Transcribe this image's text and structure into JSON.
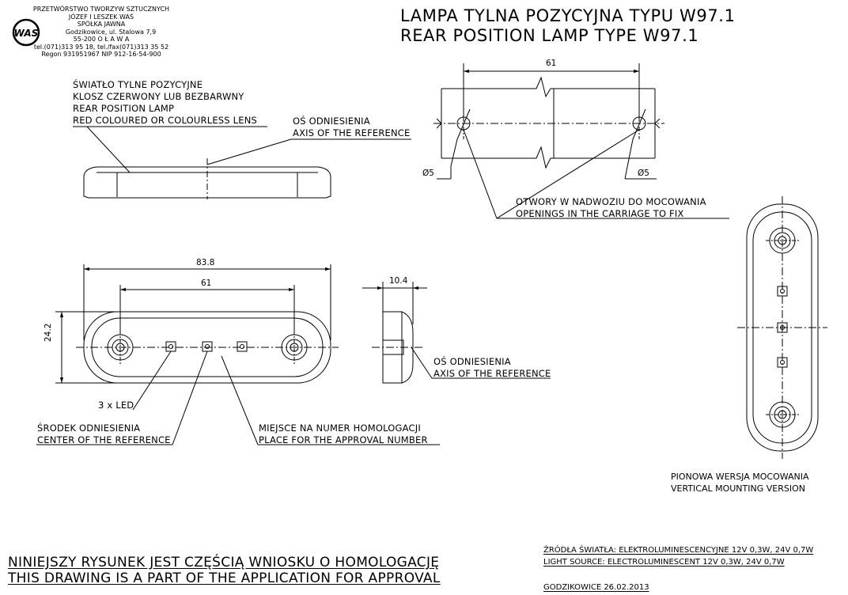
{
  "company": {
    "line1": "PRZETWÓRSTWO TWORZYW SZTUCZNYCH",
    "line2": "JÓZEF I LESZEK WAŚ",
    "line3": "SPÓŁKA JAWNA",
    "line4": "Godzikowice, ul. Stalowa 7,9",
    "line5": "55-200   O Ł A W A",
    "line6": "tel.(071)313 95 18, tel./fax(071)313 35 52",
    "line7": "Regon 931951967 NIP 912-16-54-900",
    "logo_text": "WAS"
  },
  "title": {
    "pl": "LAMPA TYLNA POZYCYJNA TYPU W97.1",
    "en": "REAR POSITION LAMP TYPE W97.1"
  },
  "lens_label": {
    "l1": "ŚWIATŁO TYLNE POZYCYJNE",
    "l2": "KLOSZ CZERWONY LUB BEZBARWNY",
    "l3": "REAR POSITION LAMP",
    "l4": "RED COLOURED OR COLOURLESS LENS"
  },
  "axis_label_top": {
    "pl": "OŚ ODNIESIENIA",
    "en": "AXIS OF THE REFERENCE"
  },
  "mounting": {
    "dim_61": "61",
    "hole_left": "Ø5",
    "hole_right": "Ø5",
    "openings_pl": "OTWORY W NADWOZIU DO MOCOWANIA",
    "openings_en": "OPENINGS IN THE CARRIAGE TO FIX"
  },
  "front_view": {
    "dim_width": "83.8",
    "dim_holes": "61",
    "dim_height": "24.2",
    "led_label": "3 x LED",
    "center_pl": "ŚRODEK ODNIESIENIA",
    "center_en": "CENTER OF THE REFERENCE",
    "approval_pl": "MIEJSCE NA NUMER HOMOLOGACJI",
    "approval_en": "PLACE FOR THE APPROVAL NUMBER"
  },
  "side_view": {
    "dim_depth": "10.4",
    "axis_pl": "OŚ ODNIESIENIA",
    "axis_en": "AXIS OF THE REFERENCE"
  },
  "vertical_version": {
    "pl": "PIONOWA WERSJA MOCOWANIA",
    "en": "VERTICAL MOUNTING VERSION"
  },
  "footer": {
    "statement_pl": "NINIEJSZY RYSUNEK JEST CZĘŚCIĄ WNIOSKU O  HOMOLOGACJĘ",
    "statement_en": "THIS DRAWING IS A PART OF THE APPLICATION FOR  APPROVAL",
    "source_pl": "ŹRÓDŁA ŚWIATŁA: ELEKTROLUMINESCENCYJNE  12V  0,3W, 24V  0,7W",
    "source_en": "LIGHT SOURCE: ELECTROLUMINESCENT  12V  0,3W, 24V  0,7W",
    "place_date": "GODZIKOWICE   26.02.2013"
  }
}
